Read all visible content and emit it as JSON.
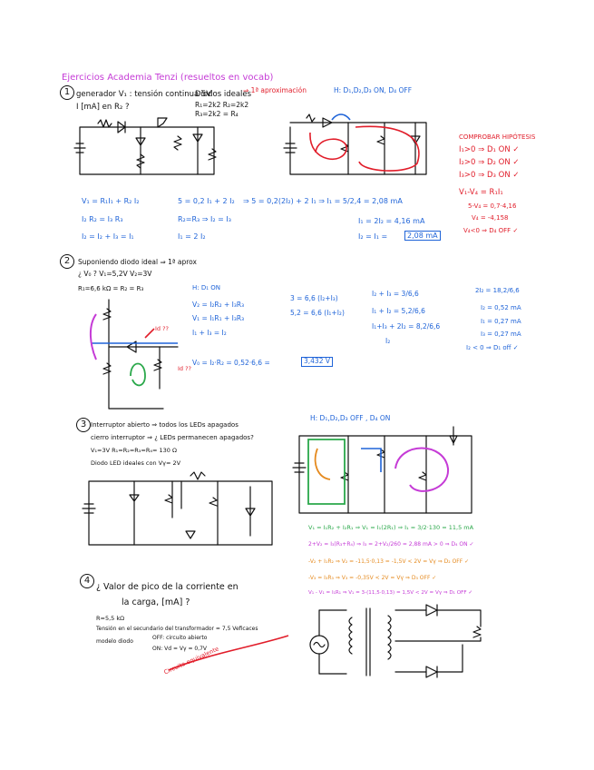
{
  "header": {
    "title": "Ejercicios Academia Tenzi (resueltos en vocab)"
  },
  "ex1": {
    "number": "1",
    "q1": "generador V₁ : tensión continua 5V",
    "q2": "I [mA] en R₂ ?",
    "diodes": "Diodos ideales",
    "approx": "⇒ 1ª aproximación",
    "r1": "R₁=2k2  R₂=2k2",
    "r2": "R₃=2k2 = R₄",
    "hyp": "H: D₁,D₂,D₃ ON,   D₄ OFF",
    "check_title": "COMPROBAR HIPÓTESIS",
    "c1": "I₁>0 ⇒ D₁ ON ✓",
    "c2": "I₂>0 ⇒ D₂ ON ✓",
    "c3": "I₃>0 ⇒ D₃ ON ✓",
    "vd": "V₁-V₄ = R₁I₁",
    "vd2": "5-V₄ = 0,7·4,16",
    "vd3": "V₄ = -4,158",
    "vd4": "V₄<0 ⇒ D₄ OFF ✓",
    "eq1": "V₁ = R₁I₁ + R₂ I₂",
    "eq2": "I₂ R₂ = I₃ R₃",
    "eq3": "I₂ = I₂ + I₃ = I₁",
    "eq4": "5 = 0,2 I₁ + 2 I₂",
    "eq5": "R₂=R₃ ⇒ I₂ = I₃",
    "eq6": "I₁ = 2 I₂",
    "sol1": "⇒ 5 = 0,2(2I₂) + 2 I₁ ⇒ I₁ = 5/2,4 = 2,08 mA",
    "sol2": "I₁ = 2I₂ = 4,16 mA",
    "sol3": "I₂ = I₁ =",
    "sol3b": "2,08 mA"
  },
  "ex2": {
    "number": "2",
    "q1": "Suponiendo diodo ideal ⇒ 1ª aprox",
    "q2": "¿ V₀ ?   V₁=5,2V   V₂=3V",
    "q3": "R₁=6,6 kΩ = R₂ = R₃",
    "hyp": "H: D₁ ON",
    "e1": "V₂ = I₂R₂ + I₃R₃",
    "e2": "V₁ = I₁R₁ + I₃R₃",
    "e3": "I₁ + I₃ = I₂",
    "s1": "3 = 6,6 (I₂+I₃)",
    "s2": "5,2 = 6,6 (I₁+I₂)",
    "s3": "I₂ + I₃ = 3/6,6",
    "s4": "I₁ + I₂ = 5,2/6,6",
    "s5": "I₁+I₃ + 2I₂ = 8,2/6,6",
    "s6": "I₂",
    "r1": "2I₂ = 18,2/6,6",
    "r2": "I₂ = 0,52 mA",
    "r3": "I₁ = 0,27 mA",
    "r4": "I₃ = 0,27 mA",
    "r5": "I₂ < 0 ⇒ D₁ off ✓",
    "v0": "V₀ = I₂·R₂ = 0,52·6,6 =",
    "v0b": "3,432 V",
    "id": "Id ??",
    "id2": "Id ??"
  },
  "ex3": {
    "number": "3",
    "q1": "Interruptor abierto ⇒ todos los LEDs apagados",
    "q2": "cierro interruptor ⇒ ¿ LEDs permanecen apagados?",
    "q3": "V₁=3V    R₁=R₂=R₃=R₄= 130 Ω",
    "q4": "Diodo LED ideales  con  Vγ= 2V",
    "hyp": "H: D₁,D₂,D₃  OFF ,  D₄ ON",
    "a1": "V₁ = I₁R₂ + I₂R₁ ⇒ V₁ = I₁(2R₁) ⇒ I₁ = 3/2·130 = 11,5 mA",
    "a2": "2+V₂ = I₃(R₃+R₄) ⇒ I₃ = 2+V₂/260 = 2,88 mA > 0 ⇒ D₄ ON ✓",
    "a3": "-V₂ + I₁R₂ ⇒ V₂ = -11,5·0,13 = -1,5V < 2V = Vγ ⇒ D₂ OFF ✓",
    "a4": "-V₃ = I₃R₃ ⇒ V₃ = -0,35V < 2V = Vγ ⇒ D₃ OFF ✓",
    "a5": "V₁ - V₁ = I₁R₁ ⇒ V₁ = 3-(11,5·0,13) = 1,5V < 2V = Vγ ⇒ D₁ OFF ✓"
  },
  "ex4": {
    "number": "4",
    "q1": "¿ Valor de pico de la corriente en",
    "q2": "la carga, [mA] ?",
    "q3": "R=5,5 kΩ",
    "q4": "Tensión en el secundario del transformador = 7,5 Veficaces",
    "q5": "modelo diodo",
    "q6": "OFF: circuito abierto",
    "q7": "ON: Vd = Vγ = 0,7V",
    "note": "Circuito equivalente"
  }
}
